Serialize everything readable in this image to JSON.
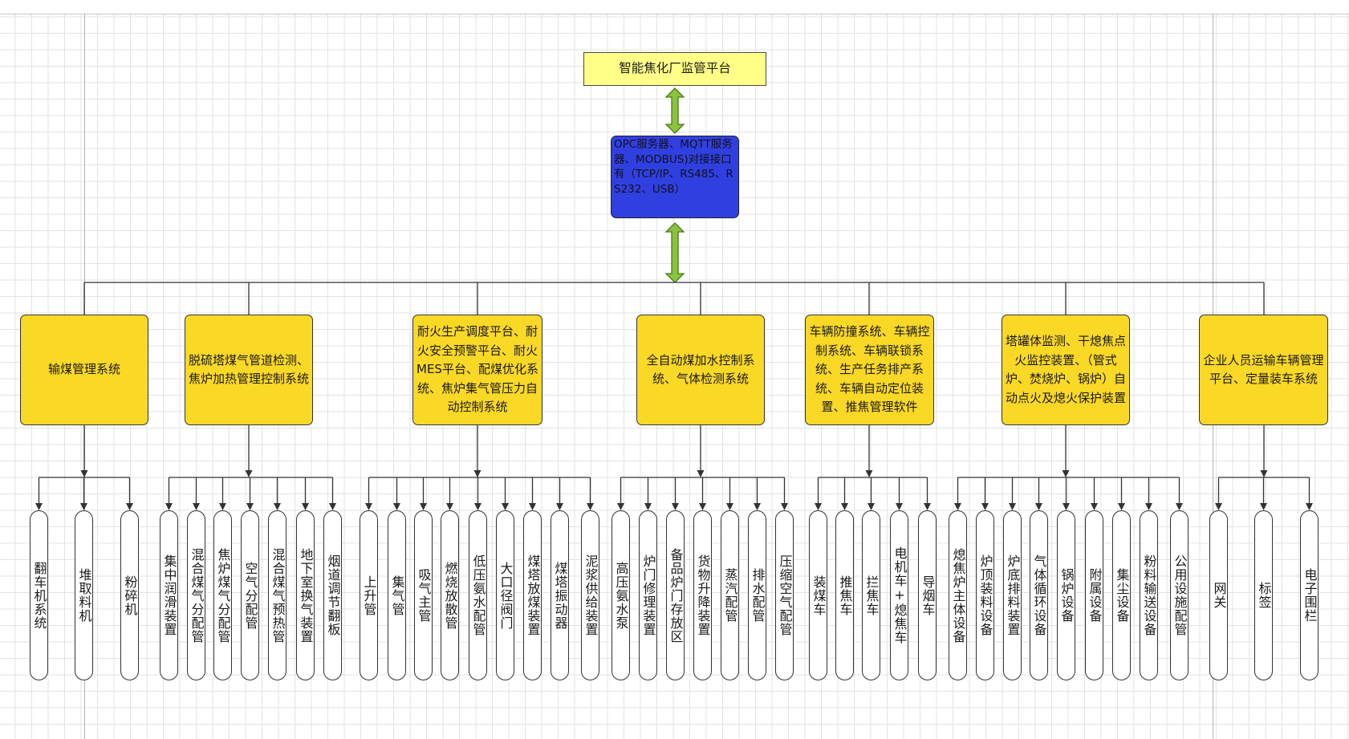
{
  "diagram": {
    "platform": "智能焦化厂监管平台",
    "interface": "OPC服务器、MQTT服务器、MODBUS)对接接口有（TCP/IP、RS485、RS232、USB）",
    "systems": [
      {
        "label": "输煤管理系统",
        "leaves": [
          "翻车机系统",
          "堆取料机",
          "粉碎机"
        ]
      },
      {
        "label": "脱硫塔煤气管道检测、焦炉加热管理控制系统",
        "leaves": [
          "集中润滑装置",
          "混合煤气分配管",
          "焦炉煤气分配管",
          "空气分配管",
          "混合煤气预热管",
          "地下室换气装置",
          "烟道调节翻板"
        ]
      },
      {
        "label": "耐火生产调度平台、耐火安全预警平台、耐火MES平台、配煤优化系统、焦炉集气管压力自动控制系统",
        "leaves": [
          "上升管",
          "集气管",
          "吸气主管",
          "燃烧放散管",
          "低压氨水配管",
          "大口径阀门",
          "煤塔放煤装置",
          "煤塔振动器",
          "泥浆供给装置"
        ]
      },
      {
        "label": "全自动煤加水控制系统、气体检测系统",
        "leaves": [
          "高压氨水泵",
          "炉门修理装置",
          "备品炉门存放区",
          "货物升降装置",
          "蒸汽配管",
          "排水配管",
          "压缩空气配管"
        ]
      },
      {
        "label": "车辆防撞系统、车辆控制系统、车辆联锁系统、生产任务排产系统、车辆自动定位装置、推焦管理软件",
        "leaves": [
          "装煤车",
          "推焦车",
          "拦焦车",
          "电机车+熄焦车",
          "导烟车"
        ]
      },
      {
        "label": "塔罐体监测、干熄焦点火监控装置、（管式炉、焚烧炉、锅炉）自动点火及熄火保护装置",
        "leaves": [
          "熄焦炉主体设备",
          "炉顶装料设备",
          "炉底排料装置",
          "气体循环设备",
          "锅炉设备",
          "附属设备",
          "集尘设备",
          "粉料输送设备",
          "公用设施配管"
        ]
      },
      {
        "label": "企业人员运输车辆管理平台、定量装车系统",
        "leaves": [
          "网关",
          "标签",
          "电子围栏"
        ]
      }
    ]
  },
  "colors": {
    "platform_fill": "#ffff88",
    "interface_fill": "#3040e0",
    "system_fill": "#fad826",
    "arrow_fill": "#8ac33d",
    "arrow_stroke": "#4a7a18",
    "line": "#333333"
  }
}
